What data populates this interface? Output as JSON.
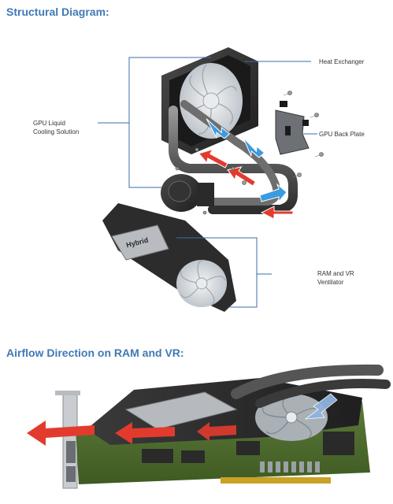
{
  "sections": {
    "structural_title": "Structural Diagram:",
    "airflow_title": "Airflow Direction on RAM and VR:"
  },
  "labels": {
    "heat_exchanger": "Heat Exchanger",
    "gpu_back_plate": "GPU Back Plate",
    "gpu_liquid_line1": "GPU Liquid",
    "gpu_liquid_line2": "Cooling Solution",
    "ram_vr_line1": "RAM and VR",
    "ram_vr_line2": "Ventilator"
  },
  "logo": {
    "text": "Hybrid"
  },
  "colors": {
    "title_blue": "#3f79b5",
    "leader_line": "#3a6ea8",
    "hot_arrow": "#e23b2e",
    "cold_arrow": "#3a9be0",
    "radiator_body": "#2b2b2b"
  }
}
